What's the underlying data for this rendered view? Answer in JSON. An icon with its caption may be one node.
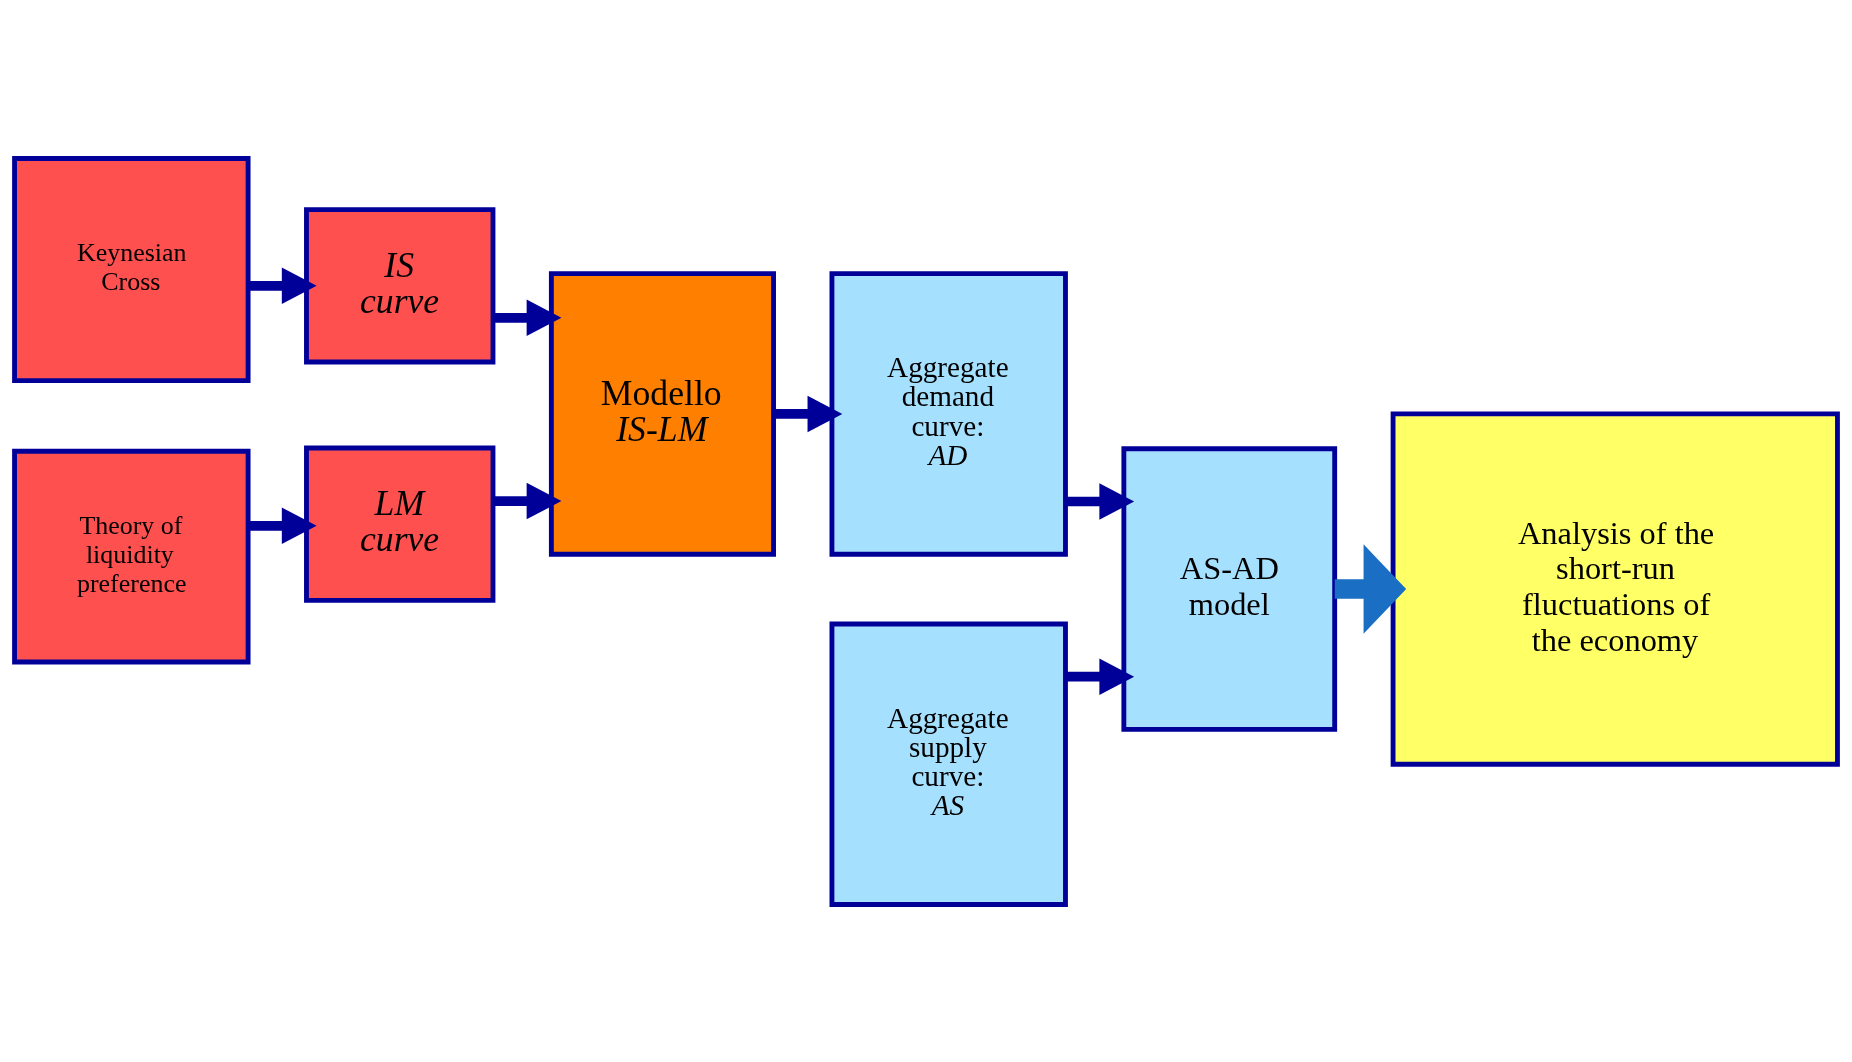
{
  "diagram": {
    "nodes": [
      {
        "text": [
          "Keynesian Cross"
        ]
      },
      {
        "text": [
          "IS curve"
        ]
      },
      {
        "text": [
          "Theory of liquidity preference"
        ]
      },
      {
        "text": [
          "LM curve"
        ]
      },
      {
        "text": [
          "Modello *IS-LM*"
        ]
      },
      {
        "text": [
          "Aggregate demand curve: *AD*"
        ]
      },
      {
        "text": [
          "Aggregate supply curve: *AS*"
        ]
      },
      {
        "text": [
          "AS-AD model"
        ]
      },
      {
        "text": [
          "Analysis of the short-run fluctuations of the economy"
        ]
      }
    ],
    "edges": [
      {
        "from": 0,
        "to": 1,
        "arrow": "to"
      },
      {
        "from": 2,
        "to": 3,
        "arrow": "to"
      },
      {
        "from": 1,
        "to": 4,
        "arrow": "to"
      },
      {
        "from": 3,
        "to": 4,
        "arrow": "to"
      },
      {
        "from": 4,
        "to": 5,
        "arrow": "to"
      },
      {
        "from": 5,
        "to": 7,
        "arrow": "to"
      },
      {
        "from": 6,
        "to": 7,
        "arrow": "to"
      },
      {
        "from": 7,
        "to": 8,
        "arrow": "to",
        "style": "thick",
        "color": "#1a6fc4"
      }
    ]
  }
}
